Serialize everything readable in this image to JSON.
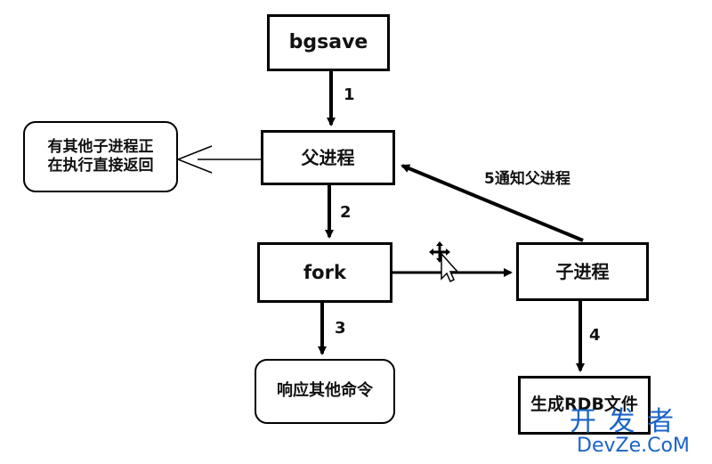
{
  "nodes": {
    "bgsave": "bgsave",
    "parent": "父进程",
    "busy_line1": "有其他子进程正",
    "busy_line2": "在执行直接返回",
    "fork": "fork",
    "child": "子进程",
    "respond": "响应其他命令",
    "generate_rdb": "生成RDB文件"
  },
  "edges": {
    "e1": "1",
    "e2": "2",
    "e3": "3",
    "e4": "4",
    "e5": "5通知父进程"
  },
  "watermark": {
    "cn": "开 发 者",
    "en": "DevZe.CoM",
    "color": "#1a64c8"
  },
  "icons": [
    "move-cursor-icon"
  ]
}
